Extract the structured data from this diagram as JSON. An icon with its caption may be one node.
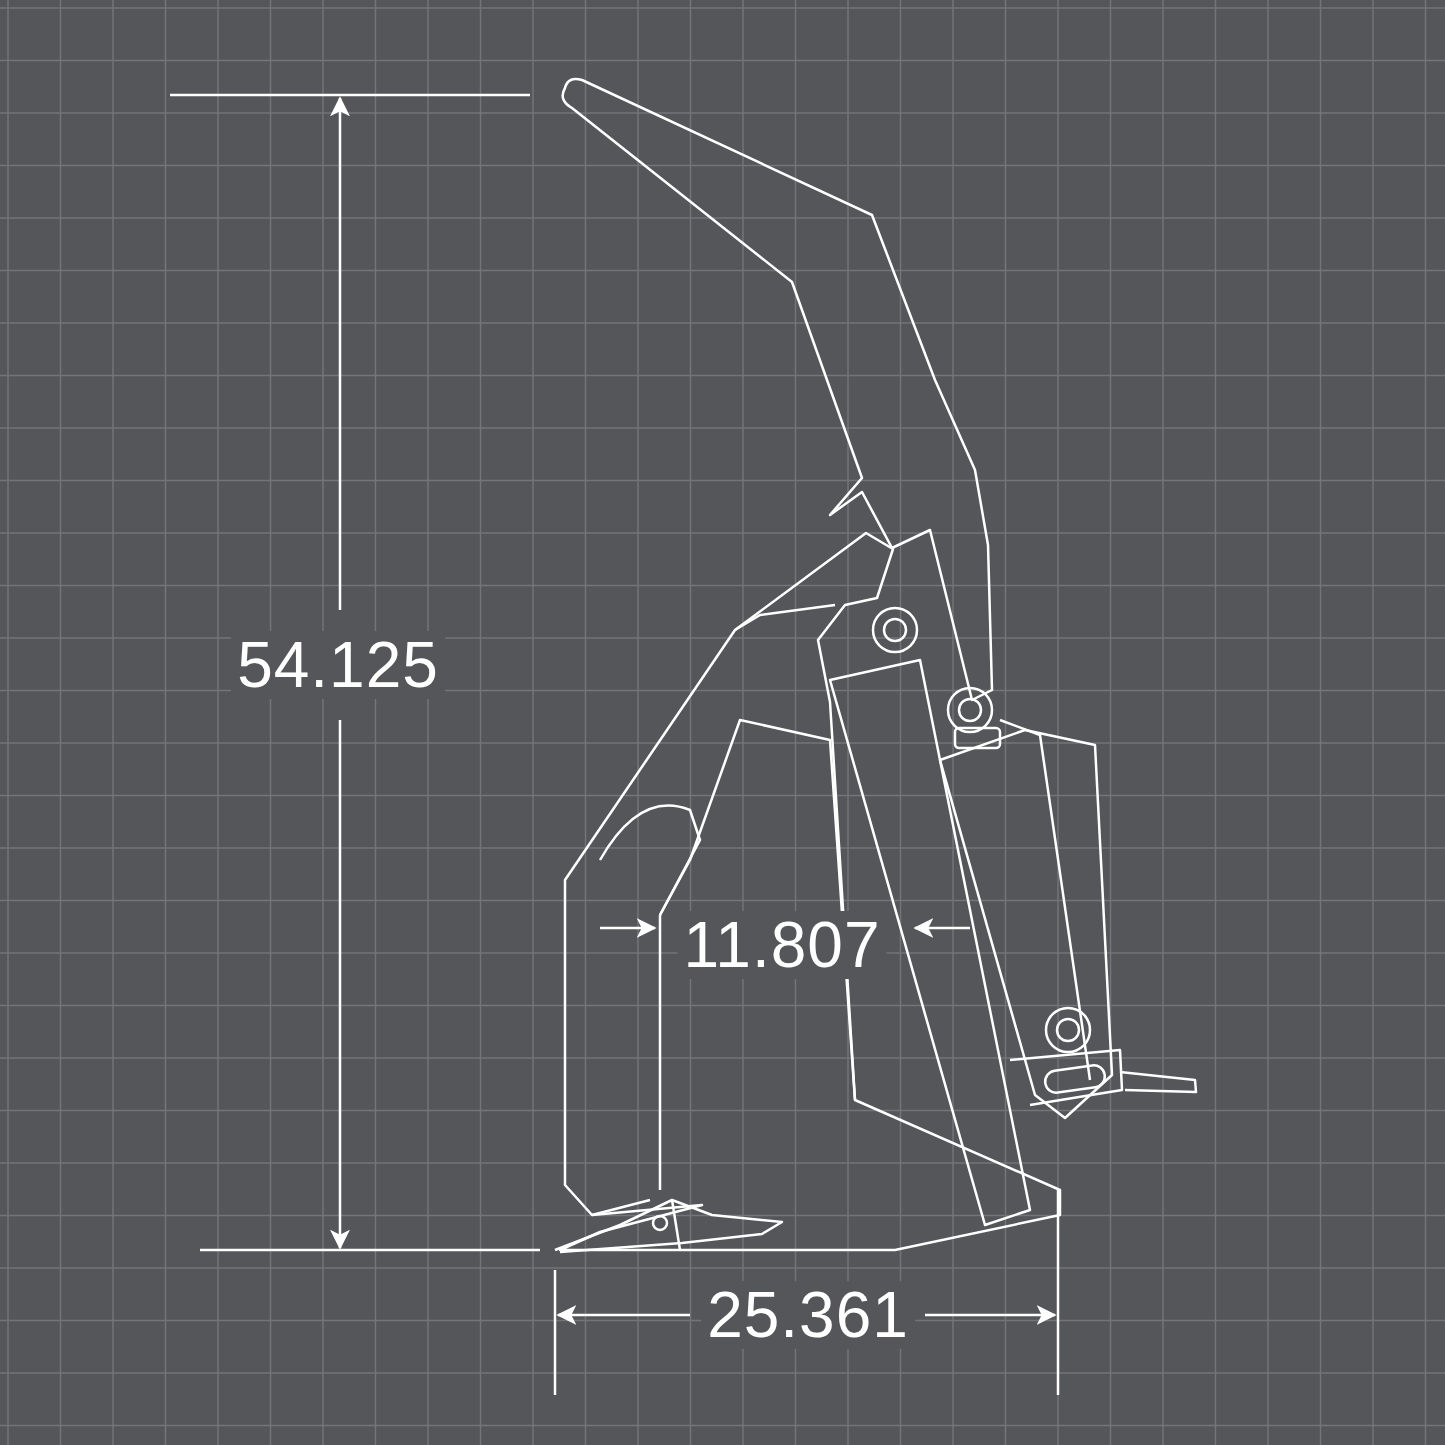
{
  "diagram": {
    "labels": [
      "54.125",
      "11.807",
      "25.361"
    ]
  }
}
